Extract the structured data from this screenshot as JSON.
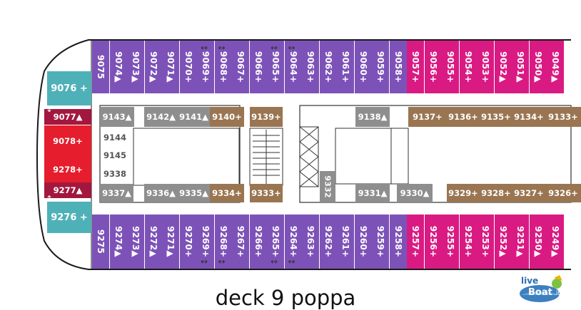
{
  "caption": "deck 9 poppa",
  "logo": {
    "text": "live Boat.it"
  },
  "colors": {
    "purple": "#7d52b8",
    "magenta": "#da1a83",
    "brown": "#9a7551",
    "gray": "#8e8e8e",
    "teal": "#4fb1b8",
    "maroon": "#a3173e",
    "red": "#e51d2c"
  },
  "cabins": [
    {
      "label": "9075",
      "zone": "top",
      "type": "purple"
    },
    {
      "label": "9074▲",
      "zone": "top",
      "type": "purple"
    },
    {
      "label": "9073▲",
      "zone": "top",
      "type": "purple"
    },
    {
      "label": "9072▲",
      "zone": "top",
      "type": "purple"
    },
    {
      "label": "9071▲",
      "zone": "top",
      "type": "purple"
    },
    {
      "label": "9070+",
      "zone": "top",
      "type": "purple"
    },
    {
      "label": "9069+",
      "zone": "top",
      "type": "purple",
      "connect": true
    },
    {
      "label": "9068+",
      "zone": "top",
      "type": "purple",
      "connect": true
    },
    {
      "label": "9067+",
      "zone": "top",
      "type": "purple"
    },
    {
      "label": "9066+",
      "zone": "top",
      "type": "purple"
    },
    {
      "label": "9065+",
      "zone": "top",
      "type": "purple",
      "connect": true
    },
    {
      "label": "9064+",
      "zone": "top",
      "type": "purple",
      "connect": true
    },
    {
      "label": "9063+",
      "zone": "top",
      "type": "purple"
    },
    {
      "label": "9062+",
      "zone": "top",
      "type": "purple"
    },
    {
      "label": "9061+",
      "zone": "top",
      "type": "purple"
    },
    {
      "label": "9060+",
      "zone": "top",
      "type": "purple"
    },
    {
      "label": "9059+",
      "zone": "top",
      "type": "purple"
    },
    {
      "label": "9058+",
      "zone": "top",
      "type": "purple"
    },
    {
      "label": "9057+",
      "zone": "top",
      "type": "magenta"
    },
    {
      "label": "9056+",
      "zone": "top",
      "type": "magenta"
    },
    {
      "label": "9055+",
      "zone": "top",
      "type": "magenta"
    },
    {
      "label": "9054+",
      "zone": "top",
      "type": "magenta"
    },
    {
      "label": "9053+",
      "zone": "top",
      "type": "magenta"
    },
    {
      "label": "9052▲",
      "zone": "top",
      "type": "magenta"
    },
    {
      "label": "9051▲",
      "zone": "top",
      "type": "magenta"
    },
    {
      "label": "9050▲",
      "zone": "top",
      "type": "magenta"
    },
    {
      "label": "9049▲",
      "zone": "top",
      "type": "magenta"
    },
    {
      "label": "9275",
      "zone": "bottom",
      "type": "purple"
    },
    {
      "label": "9274▲",
      "zone": "bottom",
      "type": "purple"
    },
    {
      "label": "9273▲",
      "zone": "bottom",
      "type": "purple"
    },
    {
      "label": "9272▲",
      "zone": "bottom",
      "type": "purple"
    },
    {
      "label": "9271▲",
      "zone": "bottom",
      "type": "purple"
    },
    {
      "label": "9270+",
      "zone": "bottom",
      "type": "purple"
    },
    {
      "label": "9269+",
      "zone": "bottom",
      "type": "purple",
      "connect": true
    },
    {
      "label": "9268+",
      "zone": "bottom",
      "type": "purple",
      "connect": true
    },
    {
      "label": "9267+",
      "zone": "bottom",
      "type": "purple"
    },
    {
      "label": "9266+",
      "zone": "bottom",
      "type": "purple"
    },
    {
      "label": "9265+",
      "zone": "bottom",
      "type": "purple",
      "connect": true
    },
    {
      "label": "9264+",
      "zone": "bottom",
      "type": "purple",
      "connect": true
    },
    {
      "label": "9263+",
      "zone": "bottom",
      "type": "purple"
    },
    {
      "label": "9262+",
      "zone": "bottom",
      "type": "purple"
    },
    {
      "label": "9261+",
      "zone": "bottom",
      "type": "purple"
    },
    {
      "label": "9260+",
      "zone": "bottom",
      "type": "purple"
    },
    {
      "label": "9259+",
      "zone": "bottom",
      "type": "purple"
    },
    {
      "label": "9258+",
      "zone": "bottom",
      "type": "purple"
    },
    {
      "label": "9257+",
      "zone": "bottom",
      "type": "magenta"
    },
    {
      "label": "9256+",
      "zone": "bottom",
      "type": "magenta"
    },
    {
      "label": "9255+",
      "zone": "bottom",
      "type": "magenta"
    },
    {
      "label": "9254+",
      "zone": "bottom",
      "type": "magenta"
    },
    {
      "label": "9253+",
      "zone": "bottom",
      "type": "magenta"
    },
    {
      "label": "9252▲",
      "zone": "bottom",
      "type": "magenta"
    },
    {
      "label": "9251▲",
      "zone": "bottom",
      "type": "magenta"
    },
    {
      "label": "9250▲",
      "zone": "bottom",
      "type": "magenta"
    },
    {
      "label": "9249▲",
      "zone": "bottom",
      "type": "magenta"
    },
    {
      "label": "9076 +",
      "zone": "stern",
      "type": "teal"
    },
    {
      "label": "9077▲",
      "zone": "stern",
      "type": "maroon"
    },
    {
      "label": "9078+",
      "zone": "stern",
      "type": "red"
    },
    {
      "label": "9278+",
      "zone": "stern",
      "type": "red"
    },
    {
      "label": "9277▲",
      "zone": "stern",
      "type": "maroon"
    },
    {
      "label": "9276 +",
      "zone": "stern",
      "type": "teal"
    },
    {
      "label": "9143▲",
      "zone": "inner",
      "type": "gray"
    },
    {
      "label": "9144",
      "zone": "inner",
      "type": "grayText"
    },
    {
      "label": "9145",
      "zone": "inner",
      "type": "grayText"
    },
    {
      "label": "9338",
      "zone": "inner",
      "type": "grayText"
    },
    {
      "label": "9337▲",
      "zone": "inner",
      "type": "gray"
    },
    {
      "label": "9142▲",
      "zone": "inner",
      "type": "gray"
    },
    {
      "label": "9141▲",
      "zone": "inner",
      "type": "gray"
    },
    {
      "label": "9140+",
      "zone": "inner",
      "type": "brown"
    },
    {
      "label": "9336▲",
      "zone": "inner",
      "type": "gray"
    },
    {
      "label": "9335▲",
      "zone": "inner",
      "type": "gray"
    },
    {
      "label": "9334+",
      "zone": "inner",
      "type": "brown"
    },
    {
      "label": "9139+",
      "zone": "inner",
      "type": "brown"
    },
    {
      "label": "9333+",
      "zone": "inner",
      "type": "brown"
    },
    {
      "label": "9332",
      "zone": "inner",
      "type": "gray"
    },
    {
      "label": "9138▲",
      "zone": "inner",
      "type": "gray"
    },
    {
      "label": "9331▲",
      "zone": "inner",
      "type": "gray"
    },
    {
      "label": "9330▲",
      "zone": "inner",
      "type": "gray"
    },
    {
      "label": "9137+",
      "zone": "inner",
      "type": "brown"
    },
    {
      "label": "9136+",
      "zone": "inner",
      "type": "brown"
    },
    {
      "label": "9135+",
      "zone": "inner",
      "type": "brown"
    },
    {
      "label": "9134+",
      "zone": "inner",
      "type": "brown"
    },
    {
      "label": "9133+",
      "zone": "inner",
      "type": "brown"
    },
    {
      "label": "9329+",
      "zone": "inner",
      "type": "brown"
    },
    {
      "label": "9328+",
      "zone": "inner",
      "type": "brown"
    },
    {
      "label": "9327+",
      "zone": "inner",
      "type": "brown"
    },
    {
      "label": "9326+",
      "zone": "inner",
      "type": "brown"
    }
  ]
}
